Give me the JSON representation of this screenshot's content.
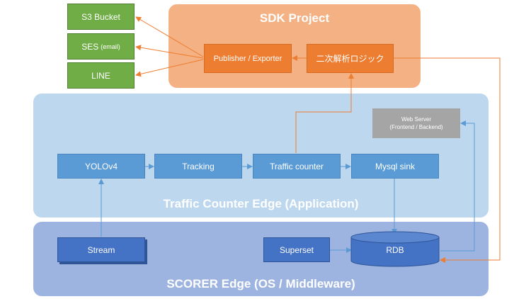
{
  "sdk": {
    "title": "SDK Project",
    "publisher": "Publisher / Exporter",
    "analysis": "二次解析ロジック"
  },
  "destinations": {
    "s3": "S3 Bucket",
    "ses": "SES",
    "ses_note": "(email)",
    "line": "LINE"
  },
  "app": {
    "title": "Traffic Counter Edge (Application)",
    "yolo": "YOLOv4",
    "tracking": "Tracking",
    "counter": "Traffic counter",
    "mysql": "Mysql sink",
    "webserver_line1": "Web Server",
    "webserver_line2": "(Frontend / Backend)"
  },
  "os": {
    "title": "SCORER Edge (OS / Middleware)",
    "stream": "Stream",
    "superset": "Superset",
    "rdb": "RDB"
  },
  "colors": {
    "orange_arrow": "#ed7d31",
    "blue_arrow": "#5b9bd5",
    "green": "#70ad47",
    "orange_box": "#ed7d31",
    "blue_box": "#5b9bd5"
  }
}
